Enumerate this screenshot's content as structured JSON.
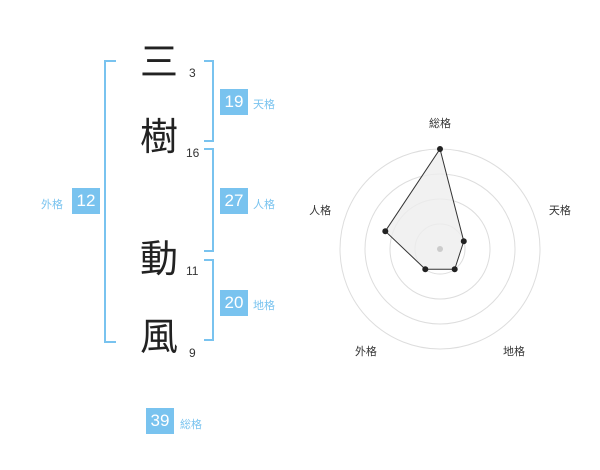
{
  "name": {
    "characters": [
      {
        "char": "三",
        "strokes": "3"
      },
      {
        "char": "樹",
        "strokes": "16"
      },
      {
        "char": "動",
        "strokes": "11"
      },
      {
        "char": "風",
        "strokes": "9"
      }
    ]
  },
  "kakusu": {
    "tenkaku": {
      "label": "天格",
      "value": "19"
    },
    "jinkaku": {
      "label": "人格",
      "value": "27"
    },
    "chikaku": {
      "label": "地格",
      "value": "20"
    },
    "gaikaku": {
      "label": "外格",
      "value": "12"
    },
    "soukaku": {
      "label": "総格",
      "value": "39"
    }
  },
  "radar": {
    "axes": [
      "総格",
      "天格",
      "地格",
      "外格",
      "人格"
    ],
    "levels": 4,
    "values": [
      4,
      1,
      1,
      1,
      2.3
    ],
    "max": 4,
    "colors": {
      "ring": "#dddddd",
      "fill": "#eeeeee",
      "line": "#333333",
      "point": "#222222",
      "center": "#cccccc"
    }
  },
  "colors": {
    "accent": "#79c3ef"
  }
}
